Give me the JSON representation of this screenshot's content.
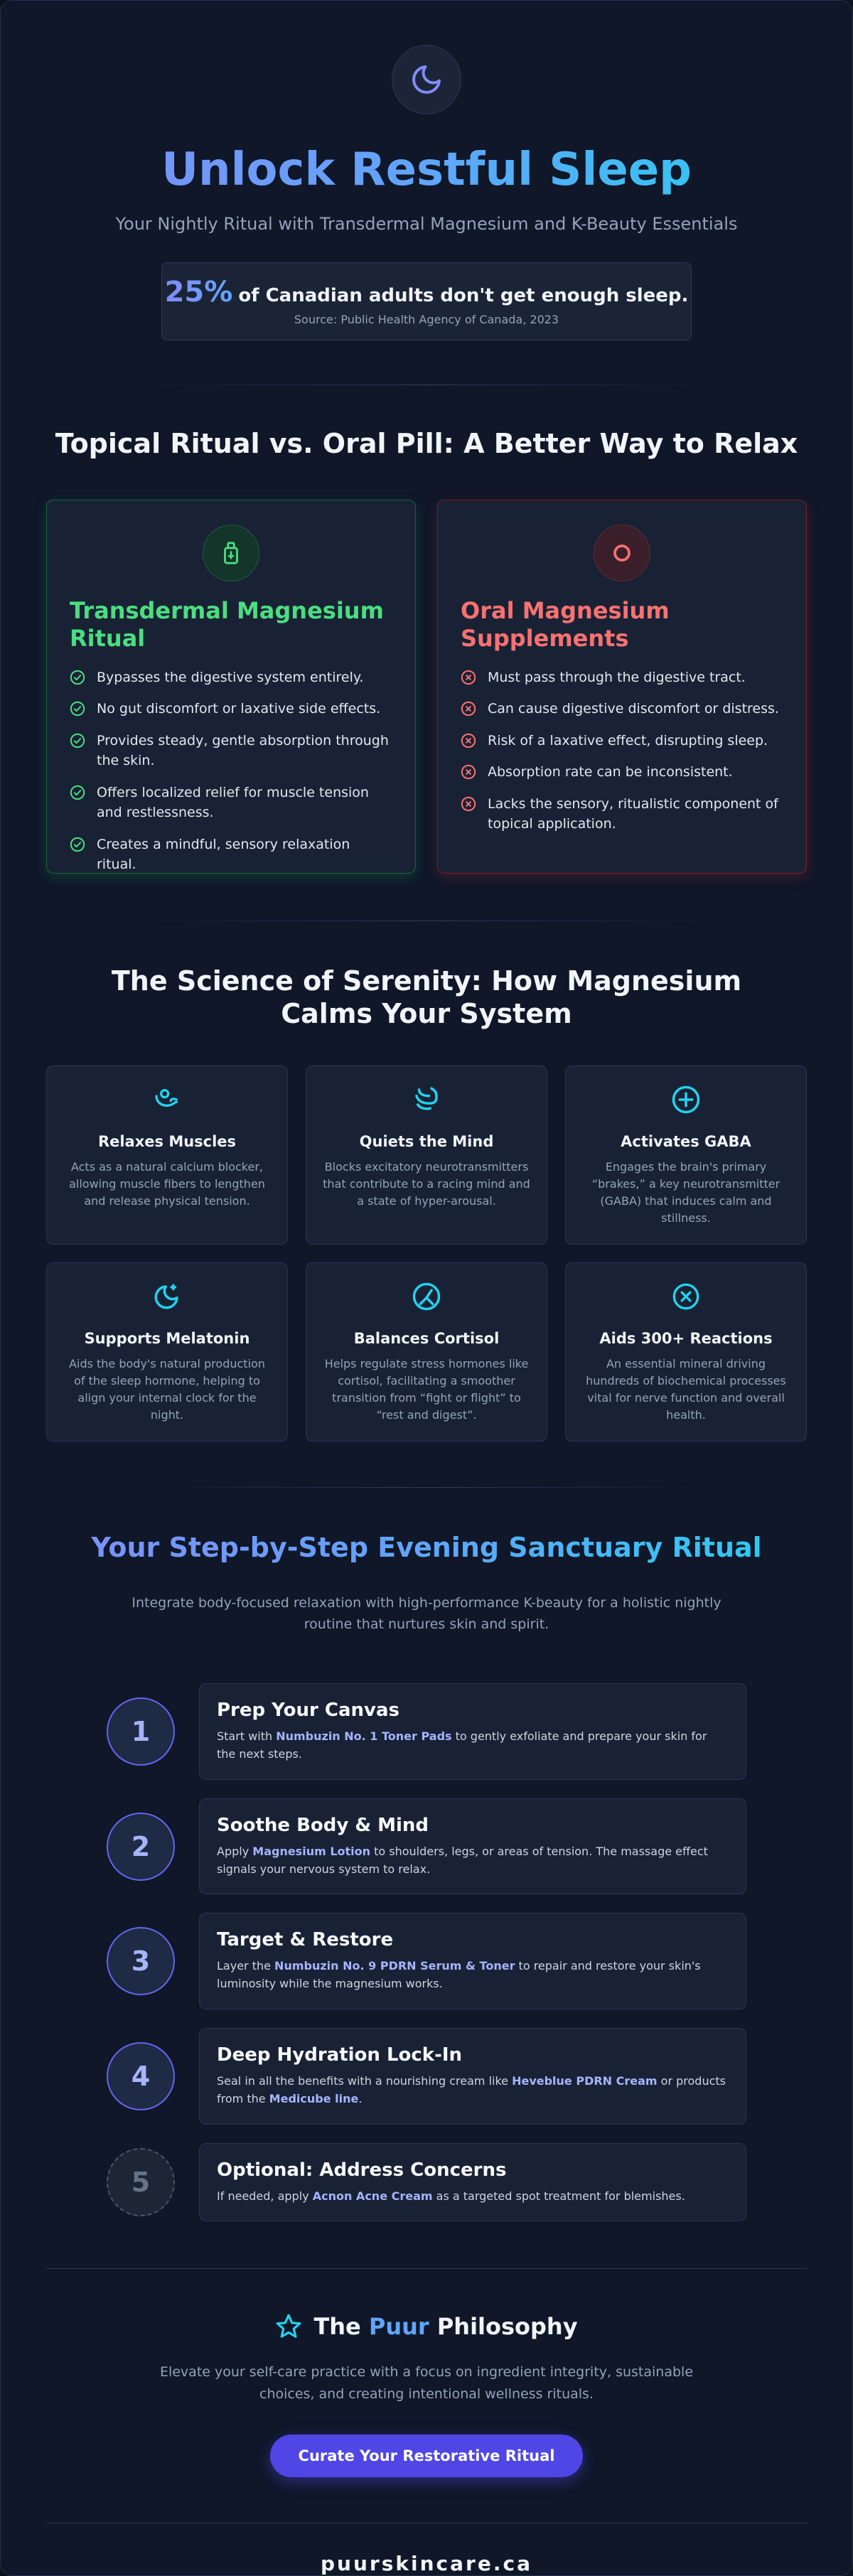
{
  "hero": {
    "icon": "moon-icon",
    "title": "Unlock Restful Sleep",
    "subtitle": "Your Nightly Ritual with Transdermal Magnesium and K-Beauty Essentials",
    "stat_pct": "25%",
    "stat_text": "of Canadian adults don't get enough sleep.",
    "stat_source": "Source: Public Health Agency of Canada, 2023"
  },
  "compare": {
    "title": "Topical Ritual vs. Oral Pill: A Better Way to Relax",
    "good": {
      "icon": "lotion-bottle-icon",
      "title": "Transdermal Magnesium Ritual",
      "items": [
        "Bypasses the digestive system entirely.",
        "No gut discomfort or laxative side effects.",
        "Provides steady, gentle absorption through the skin.",
        "Offers localized relief for muscle tension and restlessness.",
        "Creates a mindful, sensory relaxation ritual."
      ]
    },
    "bad": {
      "icon": "pill-icon",
      "title": "Oral Magnesium Supplements",
      "items": [
        "Must pass through the digestive tract.",
        "Can cause digestive discomfort or distress.",
        "Risk of a laxative effect, disrupting sleep.",
        "Absorption rate can be inconsistent.",
        "Lacks the sensory, ritualistic component of topical application."
      ]
    },
    "colors": {
      "good": "#4ade80",
      "bad": "#f87171"
    }
  },
  "science": {
    "title": "The Science of Serenity: How Magnesium Calms Your System",
    "cards": [
      {
        "icon": "muscle-icon",
        "title": "Relaxes Muscles",
        "desc": "Acts as a natural calcium blocker, allowing muscle fibers to lengthen and release physical tension."
      },
      {
        "icon": "brain-icon",
        "title": "Quiets the Mind",
        "desc": "Blocks excitatory neurotransmitters that contribute to a racing mind and a state of hyper-arousal."
      },
      {
        "icon": "plus-circle-icon",
        "title": "Activates GABA",
        "desc": "Engages the brain's primary “brakes,” a key neurotransmitter (GABA) that induces calm and stillness."
      },
      {
        "icon": "moon-star-icon",
        "title": "Supports Melatonin",
        "desc": "Aids the body's natural production of the sleep hormone, helping to align your internal clock for the night."
      },
      {
        "icon": "gauge-icon",
        "title": "Balances Cortisol",
        "desc": "Helps regulate stress hormones like cortisol, facilitating a smoother transition from “fight or flight” to “rest and digest”."
      },
      {
        "icon": "atom-icon",
        "title": "Aids 300+ Reactions",
        "desc": "An essential mineral driving hundreds of biochemical processes vital for nerve function and overall health."
      }
    ],
    "icon_color": "#22d3ee"
  },
  "ritual": {
    "title": "Your Step-by-Step Evening Sanctuary Ritual",
    "subtitle": "Integrate body-focused relaxation with high-performance K-beauty for a holistic nightly routine that nurtures skin and spirit.",
    "steps": [
      {
        "num": "1",
        "title": "Prep Your Canvas",
        "pre": "Start with ",
        "hl": "Numbuzin No. 1 Toner Pads",
        "post": " to gently exfoliate and prepare your skin for the next steps."
      },
      {
        "num": "2",
        "title": "Soothe Body & Mind",
        "pre": "Apply ",
        "hl": "Magnesium Lotion",
        "post": " to shoulders, legs, or areas of tension. The massage effect signals your nervous system to relax."
      },
      {
        "num": "3",
        "title": "Target & Restore",
        "pre": "Layer the ",
        "hl": "Numbuzin No. 9 PDRN Serum & Toner",
        "post": " to repair and restore your skin's luminosity while the magnesium works."
      },
      {
        "num": "4",
        "title": "Deep Hydration Lock-In",
        "pre": "Seal in all the benefits with a nourishing cream like ",
        "hl": "Heveblue PDRN Cream",
        "mid": " or products from the ",
        "hl2": "Medicube line",
        "post": "."
      },
      {
        "num": "5",
        "title": "Optional: Address Concerns",
        "pre": "If needed, apply ",
        "hl": "Acnon Acne Cream",
        "post": " as a targeted spot treatment for blemishes."
      }
    ]
  },
  "philosophy": {
    "icon": "star-icon",
    "title_pre": "The ",
    "title_accent": "Puur",
    "title_post": " Philosophy",
    "subtitle": "Elevate your self-care practice with a focus on ingredient integrity, sustainable choices, and creating intentional wellness rituals.",
    "cta": "Curate Your Restorative Ritual"
  },
  "footer": {
    "brand": "puurskincare.ca"
  }
}
